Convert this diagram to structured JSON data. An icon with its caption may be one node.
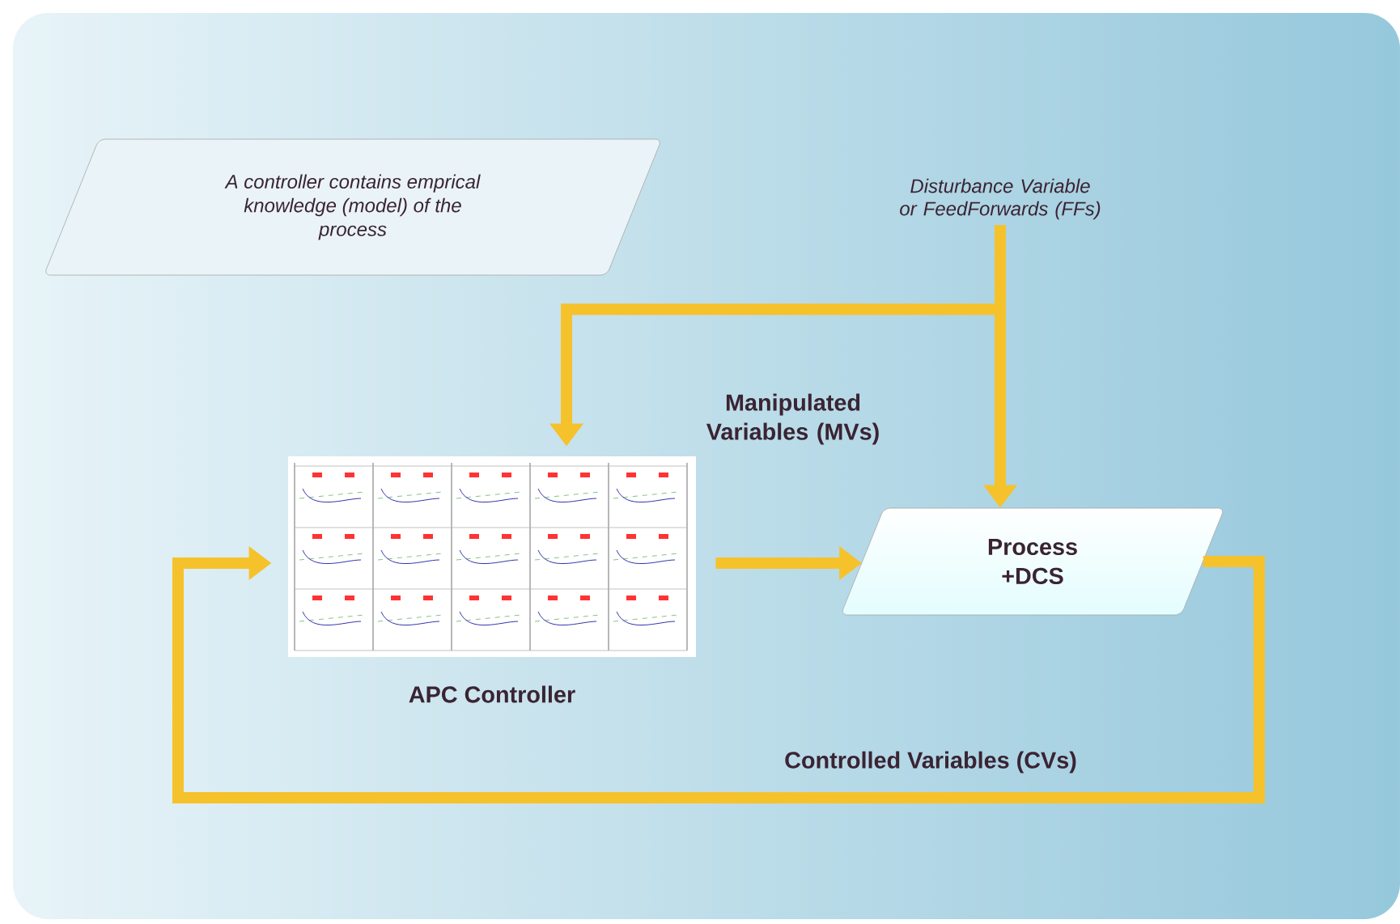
{
  "diagram": {
    "nodes": [
      {
        "text": [
          "A controller contains emprical knowledge (model) of the process"
        ]
      },
      {
        "text": [
          "Disturbance Variable or FeedForwards (FFs)"
        ]
      },
      {
        "text": [],
        "shape": "picture",
        "beside": [
          "APC Controller"
        ]
      },
      {
        "text": [
          "Process +DCS"
        ]
      }
    ],
    "edges": [
      {
        "from": 1,
        "to": 3,
        "arrow": "to"
      },
      {
        "from": 1,
        "to": 2,
        "arrow": "to"
      },
      {
        "from": 2,
        "to": 3,
        "arrow": "to"
      },
      {
        "from": 3,
        "to": 2,
        "arrow": "to",
        "label": "Controlled Variables (CVs)"
      }
    ],
    "labels": [
      "Manipulated Variables (MVs)"
    ]
  }
}
